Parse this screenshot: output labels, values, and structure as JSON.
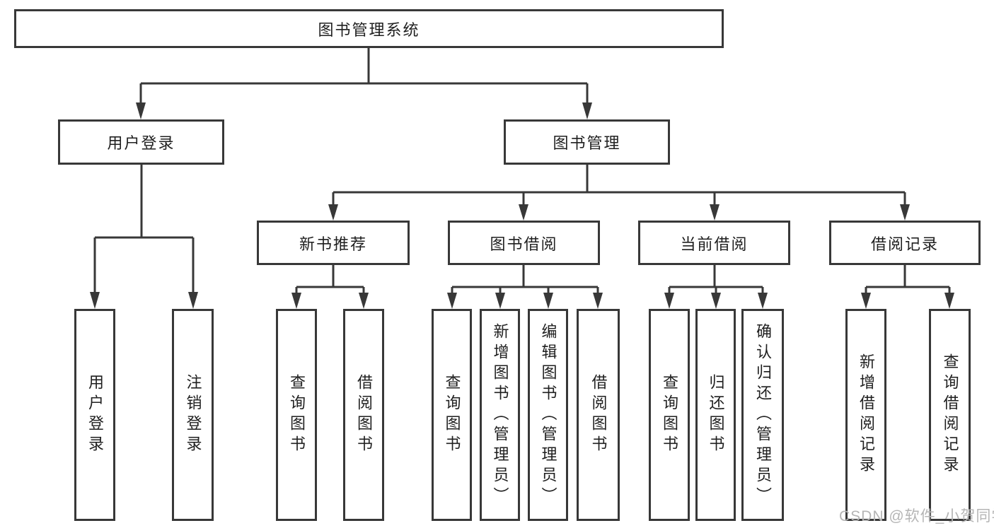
{
  "colors": {
    "line": "#383838",
    "box_border": "#383838",
    "text": "#1f1f1f",
    "background": "#ffffff",
    "watermark": "#b5b5b5"
  },
  "watermark": "CSDN @软件_小贺同学",
  "tree": {
    "label": "图书管理系统",
    "children": [
      {
        "label": "用户登录",
        "children": [
          {
            "label": "用户登录"
          },
          {
            "label": "注销登录"
          }
        ]
      },
      {
        "label": "图书管理",
        "children": [
          {
            "label": "新书推荐",
            "children": [
              {
                "label": "查询图书"
              },
              {
                "label": "借阅图书"
              }
            ]
          },
          {
            "label": "图书借阅",
            "children": [
              {
                "label": "查询图书"
              },
              {
                "label": "新增图书（管理员）"
              },
              {
                "label": "编辑图书（管理员）"
              },
              {
                "label": "借阅图书"
              }
            ]
          },
          {
            "label": "当前借阅",
            "children": [
              {
                "label": "查询图书"
              },
              {
                "label": "归还图书"
              },
              {
                "label": "确认归还（管理员）"
              }
            ]
          },
          {
            "label": "借阅记录",
            "children": [
              {
                "label": "新增借阅记录"
              },
              {
                "label": "查询借阅记录"
              }
            ]
          }
        ]
      }
    ]
  }
}
